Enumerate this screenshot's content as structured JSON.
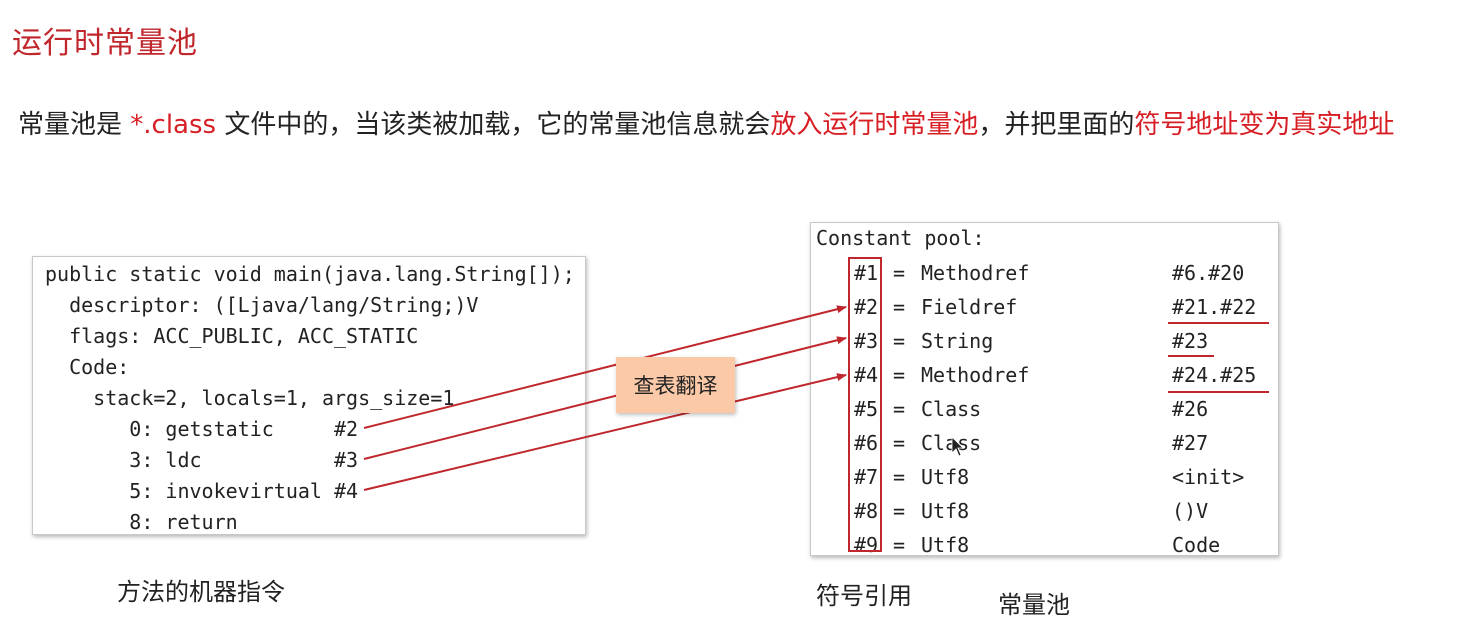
{
  "title": "运行时常量池",
  "description": {
    "p1": "常量池是 ",
    "p2": "*.class",
    "p3": " 文件中的，当该类被加载，它的常量池信息就会",
    "p4": "放入运行时常量池",
    "p5": "，并把里面的",
    "p6": "符号地址变为真实地址"
  },
  "code_lines": [
    "public static void main(java.lang.String[]);",
    "  descriptor: ([Ljava/lang/String;)V",
    "  flags: ACC_PUBLIC, ACC_STATIC",
    "  Code:",
    "    stack=2, locals=1, args_size=1",
    "       0: getstatic     #2",
    "       3: ldc           #3",
    "       5: invokevirtual #4",
    "       8: return"
  ],
  "lookup_label": "查表翻译",
  "pool_header": "Constant pool:",
  "pool": [
    {
      "ref": "#1",
      "eq": "=",
      "type": "Methodref",
      "val": "#6.#20"
    },
    {
      "ref": "#2",
      "eq": "=",
      "type": "Fieldref",
      "val": "#21.#22"
    },
    {
      "ref": "#3",
      "eq": "=",
      "type": "String",
      "val": "#23"
    },
    {
      "ref": "#4",
      "eq": "=",
      "type": "Methodref",
      "val": "#24.#25"
    },
    {
      "ref": "#5",
      "eq": "=",
      "type": "Class",
      "val": "#26"
    },
    {
      "ref": "#6",
      "eq": "=",
      "type": "Class",
      "val": "#27"
    },
    {
      "ref": "#7",
      "eq": "=",
      "type": "Utf8",
      "val": "<init>"
    },
    {
      "ref": "#8",
      "eq": "=",
      "type": "Utf8",
      "val": "()V"
    },
    {
      "ref": "#9",
      "eq": "=",
      "type": "Utf8",
      "val": "Code"
    }
  ],
  "captions": {
    "machine_code": "方法的机器指令",
    "symbol_ref": "符号引用",
    "const_pool": "常量池"
  },
  "colors": {
    "accent_red": "#c0272d",
    "tag_bg": "#fbc9a8"
  }
}
